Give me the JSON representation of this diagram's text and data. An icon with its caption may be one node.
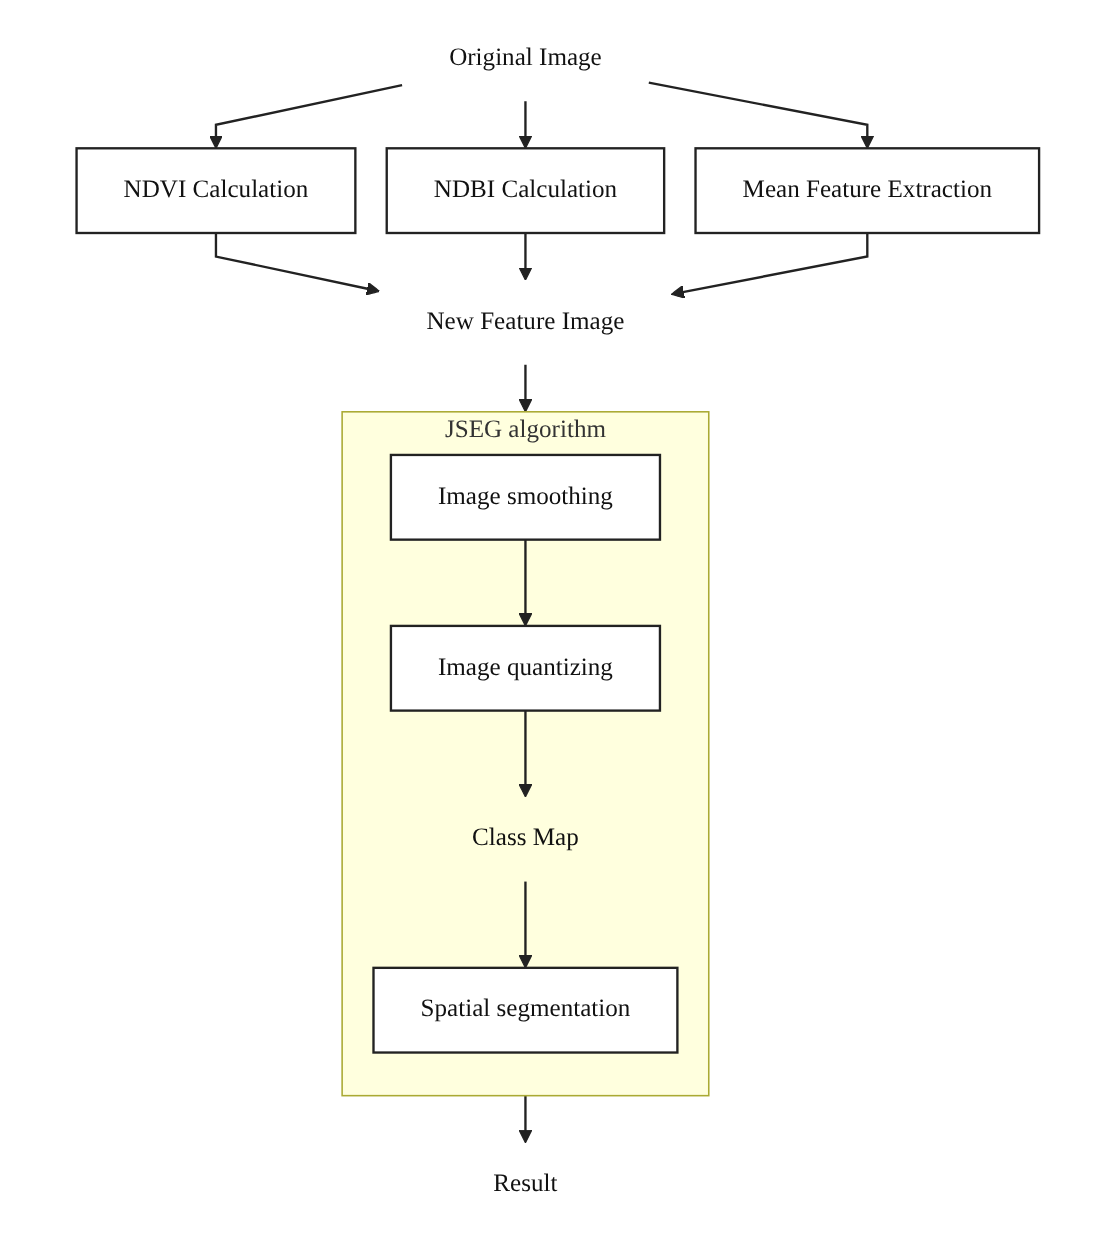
{
  "diagram": {
    "nodes": [
      {
        "text": [
          "Original Image"
        ]
      },
      {
        "text": [
          "NDVI Calculation"
        ]
      },
      {
        "text": [
          "NDBI Calculation"
        ]
      },
      {
        "text": [
          "Mean Feature Extraction"
        ]
      },
      {
        "text": [
          "New Feature Image"
        ]
      },
      {
        "text": [
          "JSEG algorithm"
        ]
      },
      {
        "text": [
          "Image smoothing"
        ],
        "in": 5
      },
      {
        "text": [
          "Image quantizing"
        ],
        "in": 5
      },
      {
        "text": [
          "Class Map"
        ],
        "in": 5
      },
      {
        "text": [
          "Spatial segmentation"
        ],
        "in": 5
      },
      {
        "text": [
          "Result"
        ]
      }
    ],
    "edges": [
      {
        "from": 0,
        "to": 1,
        "arrow": "to"
      },
      {
        "from": 0,
        "to": 2,
        "arrow": "to"
      },
      {
        "from": 0,
        "to": 3,
        "arrow": "to"
      },
      {
        "from": 1,
        "to": 4,
        "arrow": "to"
      },
      {
        "from": 2,
        "to": 4,
        "arrow": "to"
      },
      {
        "from": 3,
        "to": 4,
        "arrow": "to"
      },
      {
        "from": 4,
        "to": 5,
        "arrow": "to"
      },
      {
        "from": 6,
        "to": 7,
        "arrow": "to"
      },
      {
        "from": 7,
        "to": 8,
        "arrow": "to"
      },
      {
        "from": 8,
        "to": 9,
        "arrow": "to"
      },
      {
        "from": 5,
        "to": 10,
        "arrow": "to"
      }
    ]
  }
}
